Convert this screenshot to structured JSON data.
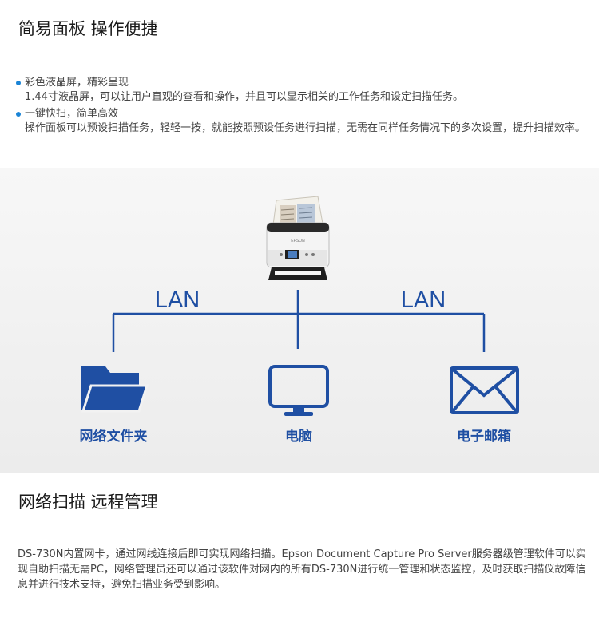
{
  "section1": {
    "title": "简易面板 操作便捷",
    "bullets": [
      {
        "heading": "彩色液晶屏，精彩呈现",
        "body": "1.44寸液晶屏，可以让用户直观的查看和操作，并且可以显示相关的工作任务和设定扫描任务。"
      },
      {
        "heading": "一键快扫，简单高效",
        "body": "操作面板可以预设扫描任务，轻轻一按，就能按照预设任务进行扫描，无需在同样任务情况下的多次设置，提升扫描效率。"
      }
    ]
  },
  "diagram": {
    "lan_left": "LAN",
    "lan_right": "LAN",
    "scanner_brand": "EPSON",
    "nodes": [
      {
        "label": "网络文件夹",
        "icon": "folder-icon"
      },
      {
        "label": "电脑",
        "icon": "monitor-icon"
      },
      {
        "label": "电子邮箱",
        "icon": "envelope-icon"
      }
    ],
    "colors": {
      "network_blue": "#1f4fa3",
      "label_blue": "#1f4fa3"
    }
  },
  "section2": {
    "title": "网络扫描 远程管理",
    "paragraph": "DS-730N内置网卡，通过网线连接后即可实现网络扫描。Epson Document Capture Pro Server服务器级管理软件可以实现自助扫描无需PC，网络管理员还可以通过该软件对网内的所有DS-730N进行统一管理和状态监控，及时获取扫描仪故障信息并进行技术支持，避免扫描业务受到影响。"
  }
}
